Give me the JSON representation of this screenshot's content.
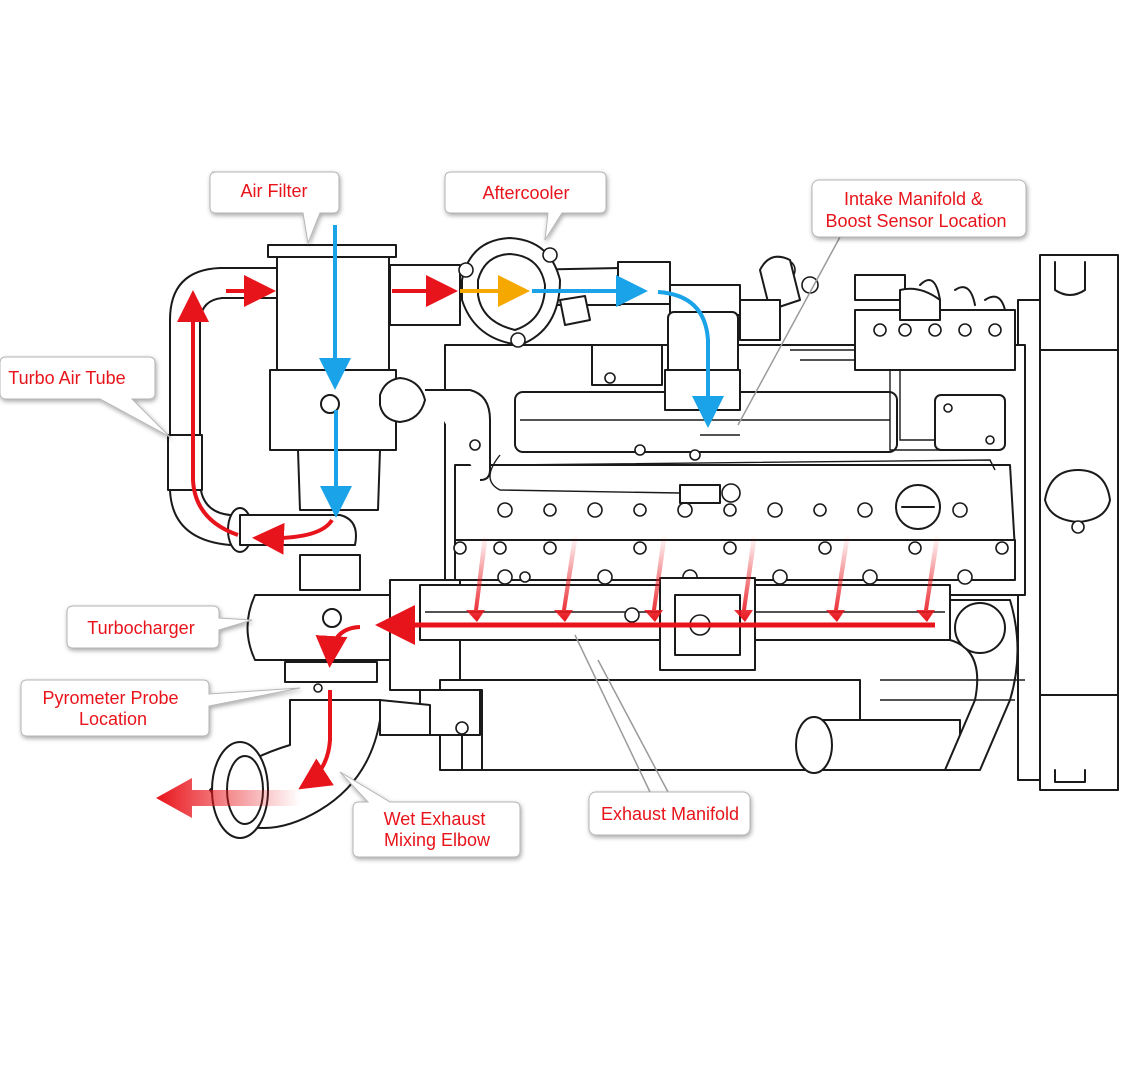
{
  "colors": {
    "label_text": "#e8141b",
    "exhaust_flow": "#e8141b",
    "intake_flow": "#1aa3e8",
    "cooled_flow": "#f5a800",
    "outline": "#1a1a1a",
    "callout_fill": "#ffffff"
  },
  "labels": {
    "air_filter": [
      "Air Filter"
    ],
    "aftercooler": [
      "Aftercooler"
    ],
    "intake_manifold": [
      "Intake Manifold &",
      "Boost Sensor Location"
    ],
    "turbo_air_tube": [
      "Turbo Air Tube"
    ],
    "turbocharger": [
      "Turbocharger"
    ],
    "pyrometer_probe": [
      "Pyrometer Probe",
      "Location"
    ],
    "wet_exhaust": [
      "Wet Exhaust",
      "Mixing Elbow"
    ],
    "exhaust_manifold": [
      "Exhaust Manifold"
    ]
  }
}
